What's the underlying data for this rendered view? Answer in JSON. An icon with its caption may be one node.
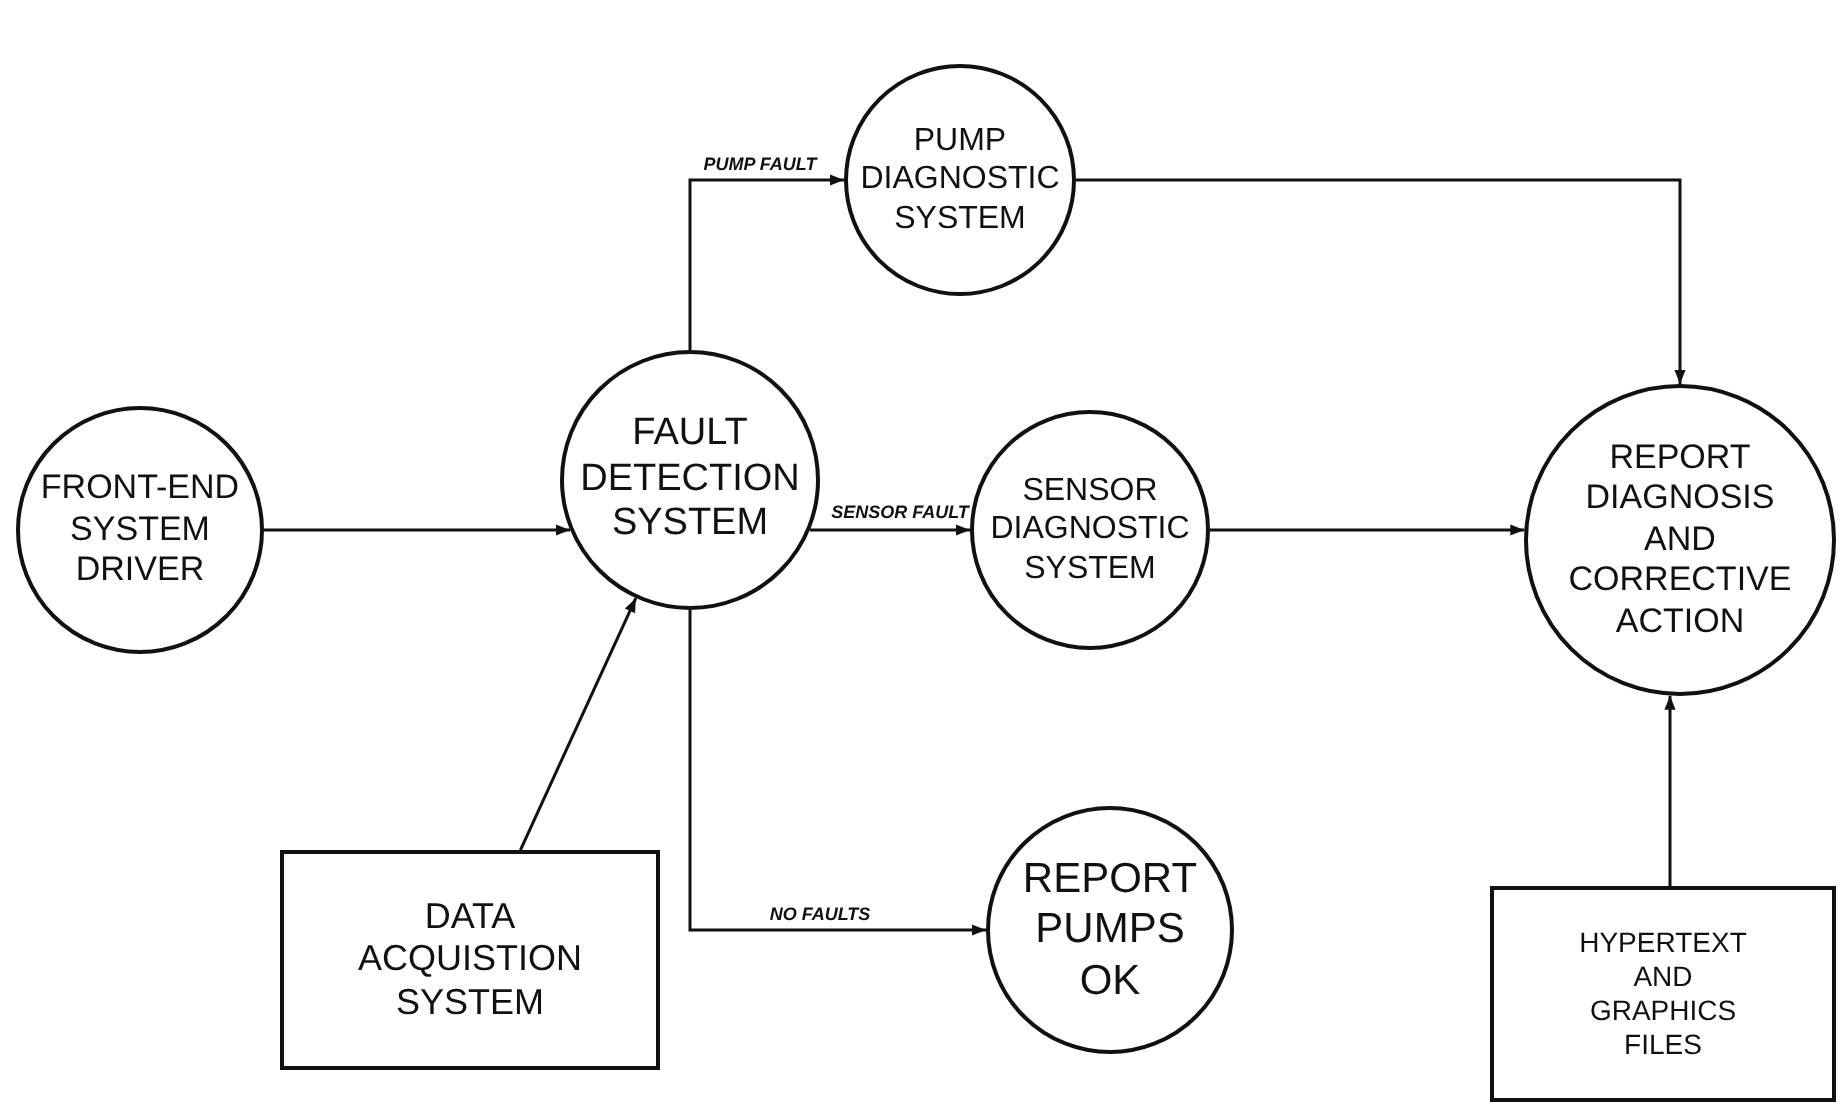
{
  "diagram": {
    "nodes": [
      {
        "text": [
          "FRONT-END SYSTEM DRIVER"
        ]
      },
      {
        "text": [
          "FAULT DETECTION SYSTEM"
        ]
      },
      {
        "text": [
          "PUMP DIAGNOSTIC SYSTEM"
        ]
      },
      {
        "text": [
          "SENSOR DIAGNOSTIC SYSTEM"
        ]
      },
      {
        "text": [
          "REPORT DIAGNOSIS AND CORRECTIVE ACTION"
        ]
      },
      {
        "text": [
          "DATA ACQUISTION SYSTEM"
        ]
      },
      {
        "text": [
          "REPORT PUMPS OK"
        ]
      },
      {
        "text": [
          "HYPERTEXT AND GRAPHICS FILES"
        ]
      }
    ],
    "edges": [
      {
        "from": 0,
        "to": 1,
        "arrow": "to"
      },
      {
        "from": 1,
        "to": 2,
        "arrow": "to",
        "label": "PUMP FAULT"
      },
      {
        "from": 1,
        "to": 3,
        "arrow": "to",
        "label": "SENSOR FAULT"
      },
      {
        "from": 1,
        "to": 6,
        "arrow": "to",
        "label": "NO FAULTS"
      },
      {
        "from": 2,
        "to": 4,
        "arrow": "to"
      },
      {
        "from": 3,
        "to": 4,
        "arrow": "to"
      },
      {
        "from": 5,
        "to": 1,
        "arrow": "to"
      },
      {
        "from": 7,
        "to": 4,
        "arrow": "to"
      }
    ]
  }
}
